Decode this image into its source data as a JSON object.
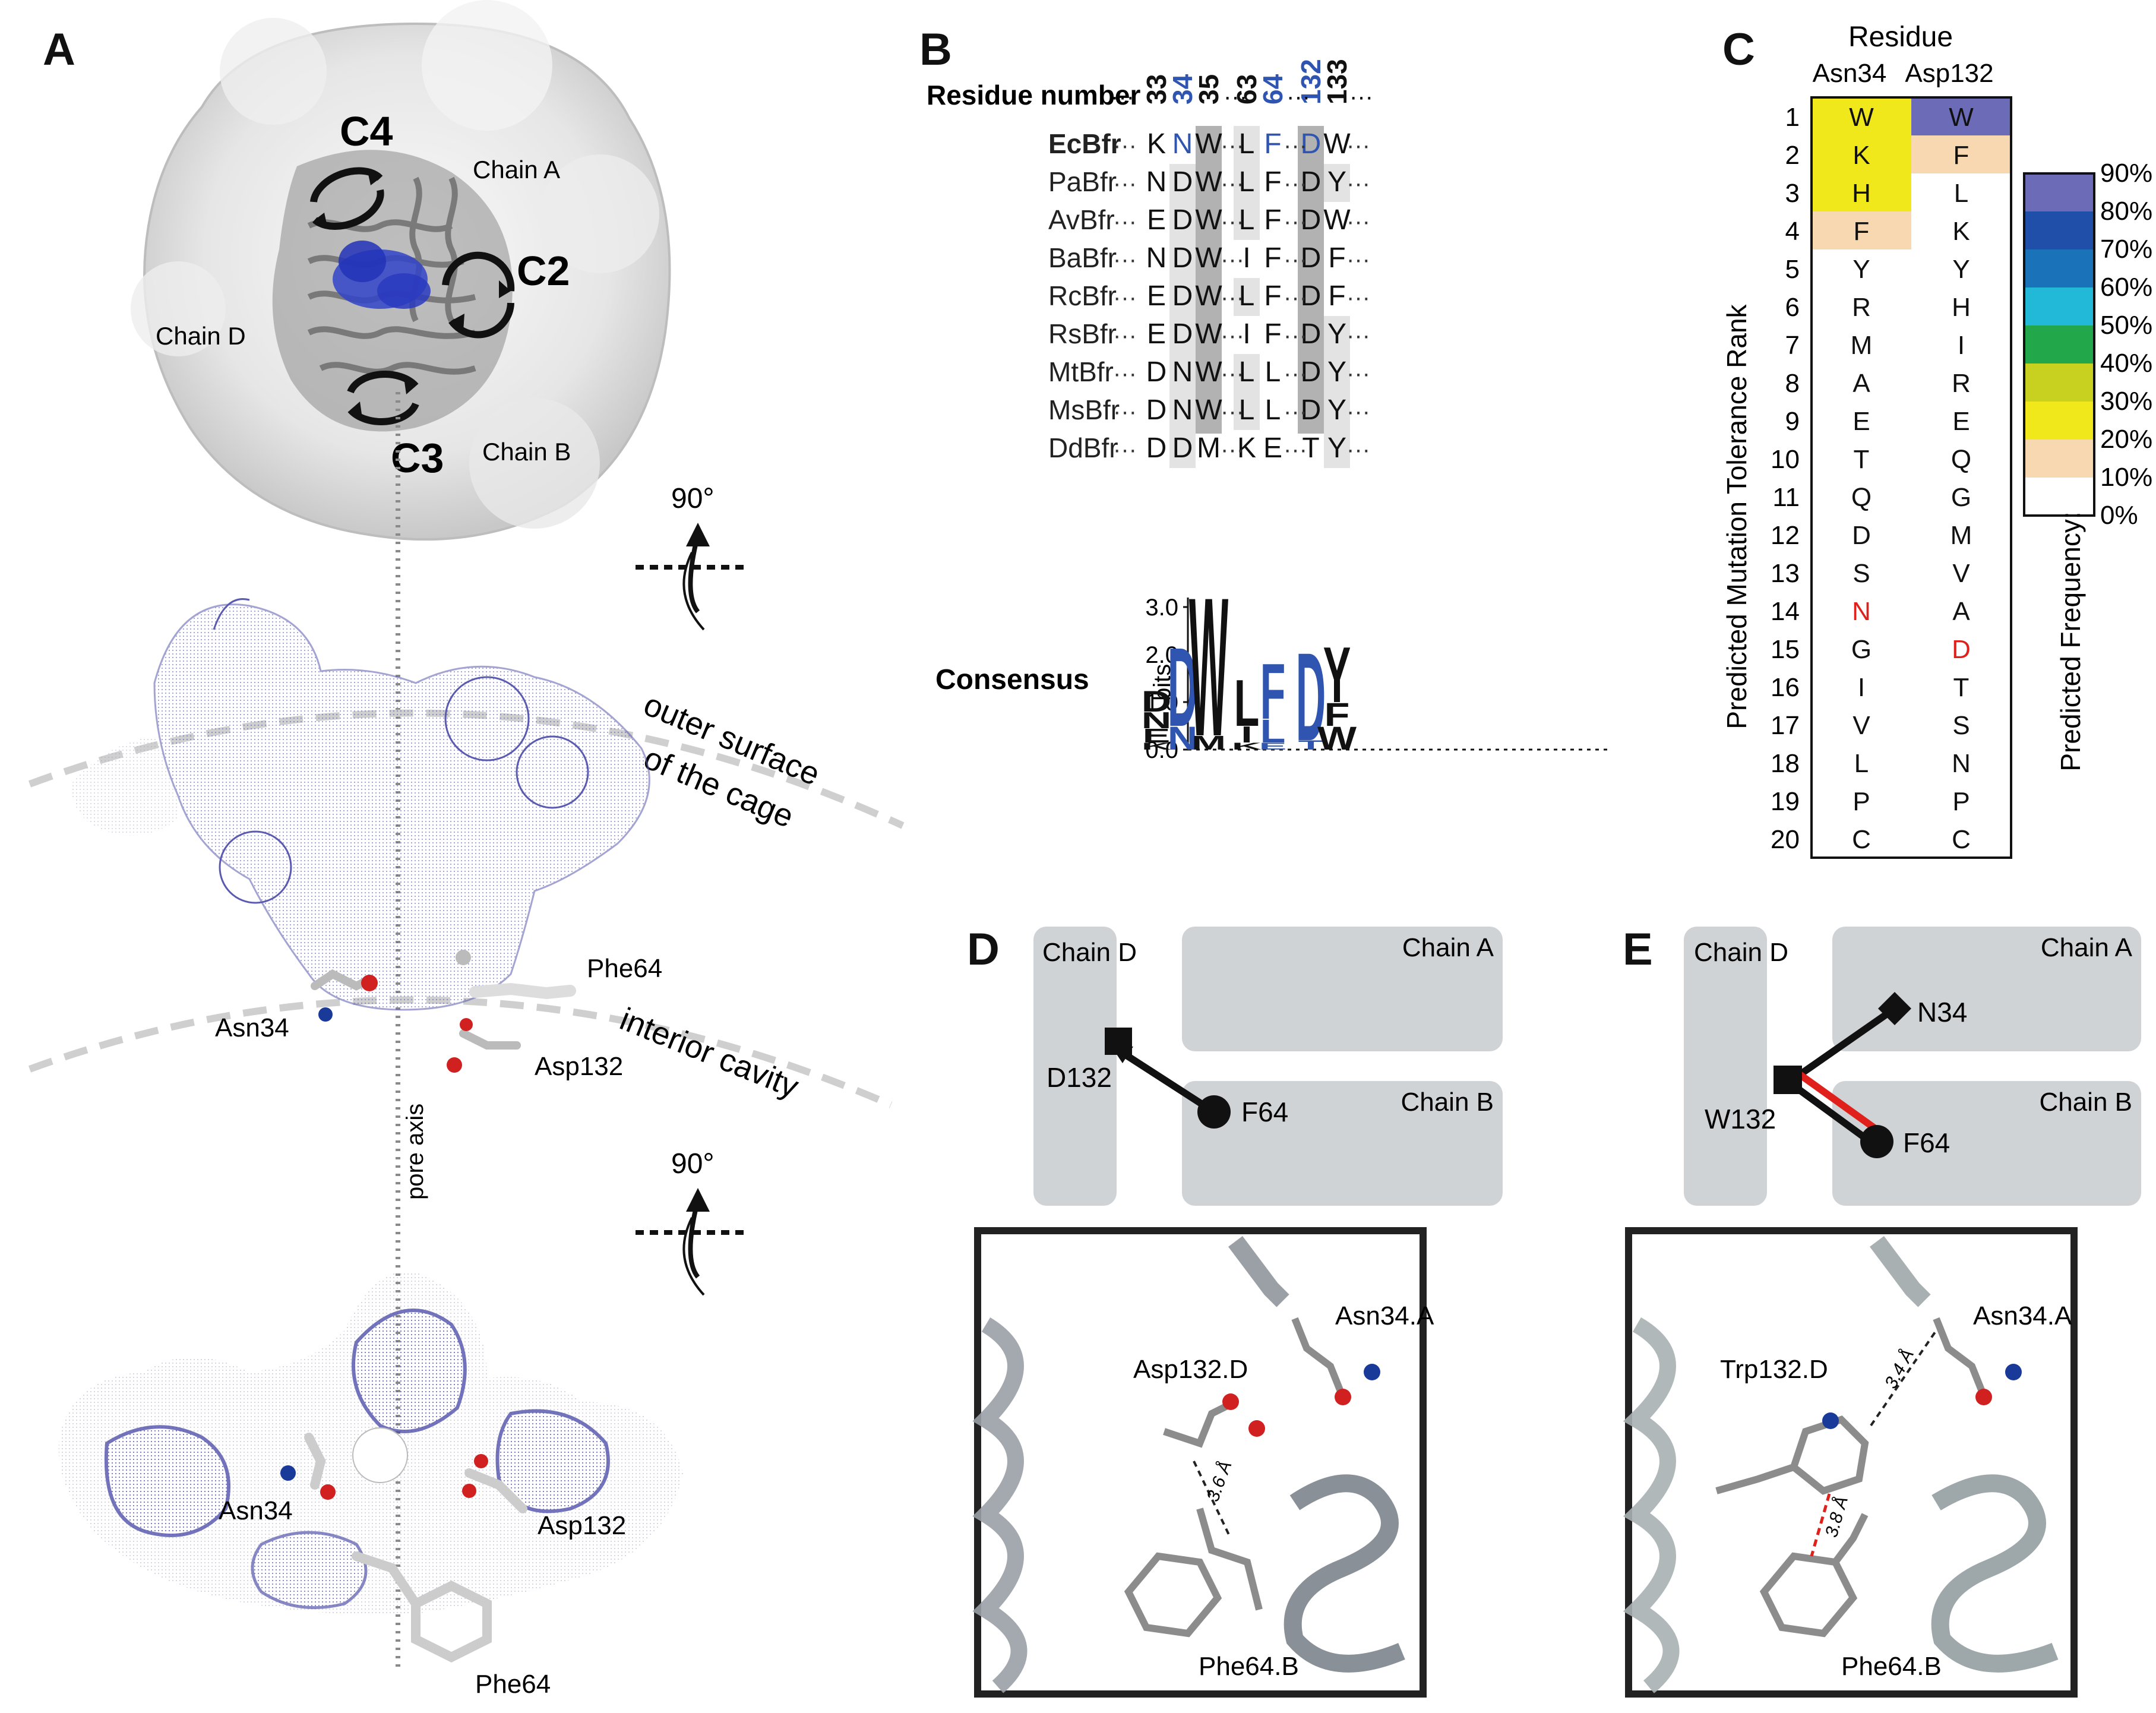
{
  "panels": {
    "a": "A",
    "b": "B",
    "c": "C",
    "d": "D",
    "e": "E"
  },
  "panel_a": {
    "symmetry": [
      "C4",
      "C2",
      "C3"
    ],
    "chains": [
      "Chain A",
      "Chain B",
      "Chain D"
    ],
    "rotation_label": "90°",
    "surface_outer": "outer surface",
    "surface_outer2": "of the cage",
    "interior": "interior cavity",
    "pore_axis": "pore axis",
    "residues_mid": [
      "Phe64",
      "Asn34",
      "Asp132"
    ],
    "residues_bottom": [
      "Asn34",
      "Asp132",
      "Phe64"
    ]
  },
  "panel_b": {
    "header_label": "Residue number",
    "positions": [
      {
        "num": "33",
        "highlight": false
      },
      {
        "num": "34",
        "highlight": true
      },
      {
        "num": "35",
        "highlight": false
      },
      {
        "num": "63",
        "highlight": false
      },
      {
        "num": "64",
        "highlight": true
      },
      {
        "num": "132",
        "highlight": true
      },
      {
        "num": "133",
        "highlight": false
      }
    ],
    "sequences": [
      {
        "name": "EcBfr",
        "bold": true,
        "residues": [
          "K",
          "N",
          "W",
          "L",
          "F",
          "D",
          "W"
        ]
      },
      {
        "name": "PaBfr",
        "bold": false,
        "residues": [
          "N",
          "D",
          "W",
          "L",
          "F",
          "D",
          "Y"
        ]
      },
      {
        "name": "AvBfr",
        "bold": false,
        "residues": [
          "E",
          "D",
          "W",
          "L",
          "F",
          "D",
          "W"
        ]
      },
      {
        "name": "BaBfr",
        "bold": false,
        "residues": [
          "N",
          "D",
          "W",
          "I",
          "F",
          "D",
          "F"
        ]
      },
      {
        "name": "RcBfr",
        "bold": false,
        "residues": [
          "E",
          "D",
          "W",
          "L",
          "F",
          "D",
          "F"
        ]
      },
      {
        "name": "RsBfr",
        "bold": false,
        "residues": [
          "E",
          "D",
          "W",
          "I",
          "F",
          "D",
          "Y"
        ]
      },
      {
        "name": "MtBfr",
        "bold": false,
        "residues": [
          "D",
          "N",
          "W",
          "L",
          "L",
          "D",
          "Y"
        ]
      },
      {
        "name": "MsBfr",
        "bold": false,
        "residues": [
          "D",
          "N",
          "W",
          "L",
          "L",
          "D",
          "Y"
        ]
      },
      {
        "name": "DdBfr",
        "bold": false,
        "residues": [
          "D",
          "D",
          "M",
          "K",
          "E",
          "T",
          "Y"
        ]
      }
    ],
    "consensus_label": "Consensus",
    "bits_label": "bits",
    "yticks": [
      "3.0",
      "2.0",
      "1.0",
      "0.0"
    ]
  },
  "panel_c": {
    "title": "Residue",
    "columns": [
      "Asn34",
      "Asp132"
    ],
    "ylabel": "Predicted Mutation Tolerance Rank",
    "colorbar_label": "Predicted Frequency:",
    "colorbar_ticks": [
      "90%",
      "80%",
      "70%",
      "60%",
      "50%",
      "40%",
      "30%",
      "20%",
      "10%",
      "0%"
    ],
    "colorbar_colors": [
      "#6b6bb8",
      "#1f4fa8",
      "#1a72b8",
      "#22b8d8",
      "#22a84a",
      "#c8d020",
      "#f0e81a",
      "#f8d8b0",
      "#ffffff"
    ],
    "rows": [
      {
        "rank": "1",
        "a": "W",
        "b": "W",
        "ca": "#f0e81a",
        "cb": "#6b6bb8"
      },
      {
        "rank": "2",
        "a": "K",
        "b": "F",
        "ca": "#f0e81a",
        "cb": "#f8d8b0"
      },
      {
        "rank": "3",
        "a": "H",
        "b": "L",
        "ca": "#f0e81a",
        "cb": "#ffffff"
      },
      {
        "rank": "4",
        "a": "F",
        "b": "K",
        "ca": "#f8d8b0",
        "cb": "#ffffff"
      },
      {
        "rank": "5",
        "a": "Y",
        "b": "Y",
        "ca": "#ffffff",
        "cb": "#ffffff"
      },
      {
        "rank": "6",
        "a": "R",
        "b": "H",
        "ca": "#ffffff",
        "cb": "#ffffff"
      },
      {
        "rank": "7",
        "a": "M",
        "b": "I",
        "ca": "#ffffff",
        "cb": "#ffffff"
      },
      {
        "rank": "8",
        "a": "A",
        "b": "R",
        "ca": "#ffffff",
        "cb": "#ffffff"
      },
      {
        "rank": "9",
        "a": "E",
        "b": "E",
        "ca": "#ffffff",
        "cb": "#ffffff"
      },
      {
        "rank": "10",
        "a": "T",
        "b": "Q",
        "ca": "#ffffff",
        "cb": "#ffffff"
      },
      {
        "rank": "11",
        "a": "Q",
        "b": "G",
        "ca": "#ffffff",
        "cb": "#ffffff"
      },
      {
        "rank": "12",
        "a": "D",
        "b": "M",
        "ca": "#ffffff",
        "cb": "#ffffff"
      },
      {
        "rank": "13",
        "a": "S",
        "b": "V",
        "ca": "#ffffff",
        "cb": "#ffffff"
      },
      {
        "rank": "14",
        "a": "N",
        "b": "A",
        "ca": "#ffffff",
        "cb": "#ffffff",
        "reda": true
      },
      {
        "rank": "15",
        "a": "G",
        "b": "D",
        "ca": "#ffffff",
        "cb": "#ffffff",
        "redb": true
      },
      {
        "rank": "16",
        "a": "I",
        "b": "T",
        "ca": "#ffffff",
        "cb": "#ffffff"
      },
      {
        "rank": "17",
        "a": "V",
        "b": "S",
        "ca": "#ffffff",
        "cb": "#ffffff"
      },
      {
        "rank": "18",
        "a": "L",
        "b": "N",
        "ca": "#ffffff",
        "cb": "#ffffff"
      },
      {
        "rank": "19",
        "a": "P",
        "b": "P",
        "ca": "#ffffff",
        "cb": "#ffffff"
      },
      {
        "rank": "20",
        "a": "C",
        "b": "C",
        "ca": "#ffffff",
        "cb": "#ffffff"
      }
    ]
  },
  "panel_d": {
    "chain_d": "Chain D",
    "chain_a": "Chain A",
    "chain_b": "Chain B",
    "node1": "D132",
    "node2": "F64",
    "res1": "Asp132.D",
    "res2": "Asn34.A",
    "res3": "Phe64.B",
    "distance": "3.6 Å"
  },
  "panel_e": {
    "chain_d": "Chain D",
    "chain_a": "Chain A",
    "chain_b": "Chain B",
    "node1": "W132",
    "node2": "N34",
    "node3": "F64",
    "res1": "Trp132.D",
    "res2": "Asn34.A",
    "res3": "Phe64.B",
    "distance1": "3.4 Å",
    "distance2": "3.8 Å"
  }
}
